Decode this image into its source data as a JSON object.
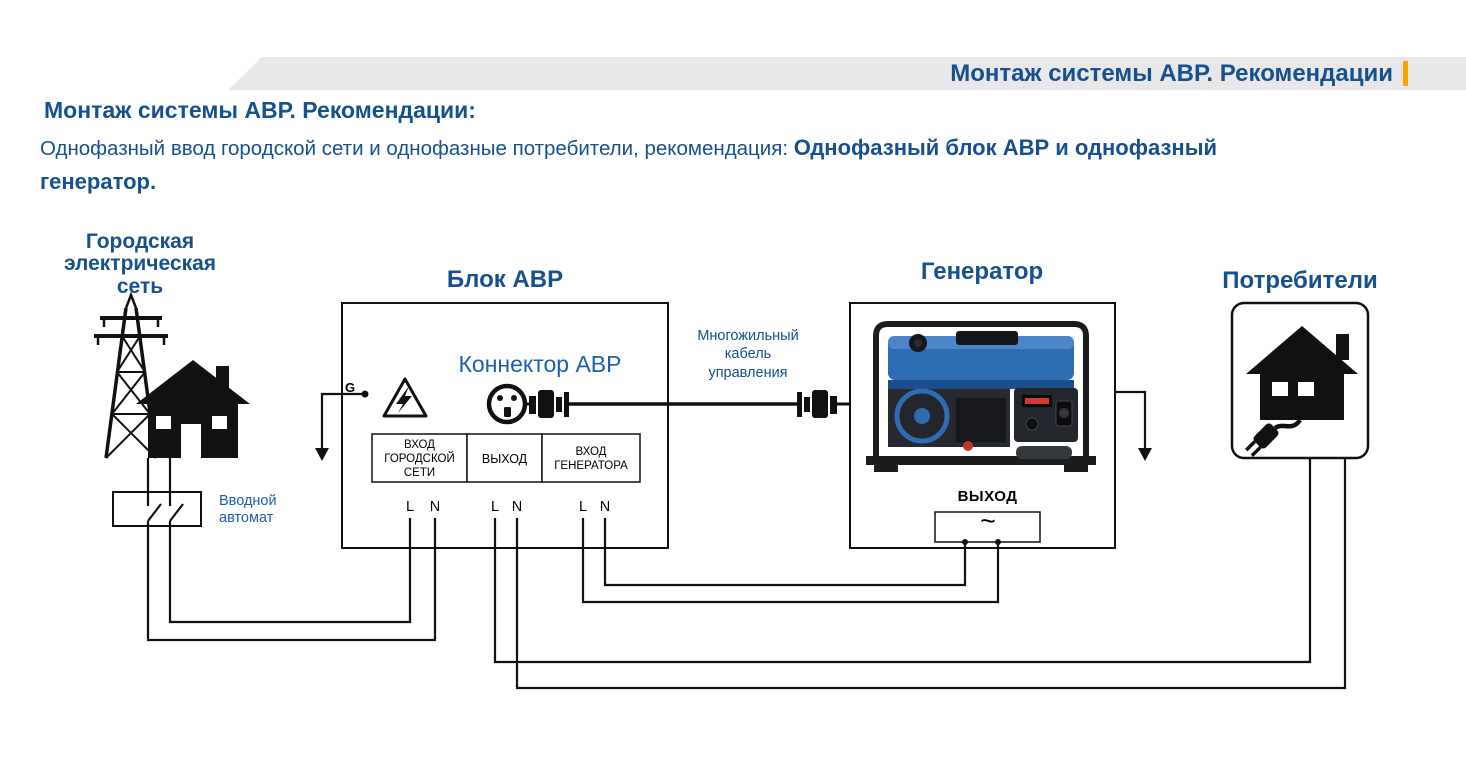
{
  "header": {
    "band_title": "Монтаж системы АВР. Рекомендации"
  },
  "intro": {
    "title": "Монтаж системы АВР. Рекомендации:",
    "text_regular": "Однофазный ввод городской сети и однофазные потребители, рекомендация: ",
    "text_bold_lines": [
      "Однофазный блок АВР и однофазный",
      "генератор."
    ]
  },
  "diagram": {
    "city": {
      "label_lines": [
        "Городская",
        "электрическая",
        "сеть"
      ]
    },
    "breaker": {
      "label_lines": [
        "Вводной",
        "автомат"
      ]
    },
    "avr": {
      "title": "Блок АВР",
      "connector_label": "Коннектор АВР",
      "ground_terminal": "G",
      "input_city_lines": [
        "ВХОД",
        "ГОРОДСКОЙ",
        "СЕТИ"
      ],
      "output_label": "ВЫХОД",
      "input_generator_lines": [
        "ВХОД",
        "ГЕНЕРАТОРА"
      ],
      "terminal_l": "L",
      "terminal_n": "N"
    },
    "control_cable": {
      "label_lines": [
        "Многожильный",
        "кабель",
        "управления"
      ]
    },
    "generator": {
      "title": "Генератор",
      "output_label": "ВЫХОД",
      "ac_symbol": "~"
    },
    "consumers": {
      "title": "Потребители"
    }
  },
  "icons": {
    "power-tower-icon": "transmission tower silhouette",
    "house-icon": "house silhouette",
    "breaker-icon": "two-pole breaker switch symbol",
    "warning-triangle-icon": "triangle with lightning bolt",
    "avr-connector-icon": "round control connector with pins",
    "cable-plug-icon": "control cable plug",
    "ground-arrow-icon": "downward arrow",
    "generator-image": "portable petrol generator",
    "house-plug-icon": "house with power plug"
  },
  "colors": {
    "heading_blue": "#17508F",
    "label_blue": "#1D5FAE",
    "band_gray": "#E8E8EA",
    "accent_orange": "#F7A600",
    "line_black": "#111111",
    "generator_blue": "#2E6CB4"
  }
}
